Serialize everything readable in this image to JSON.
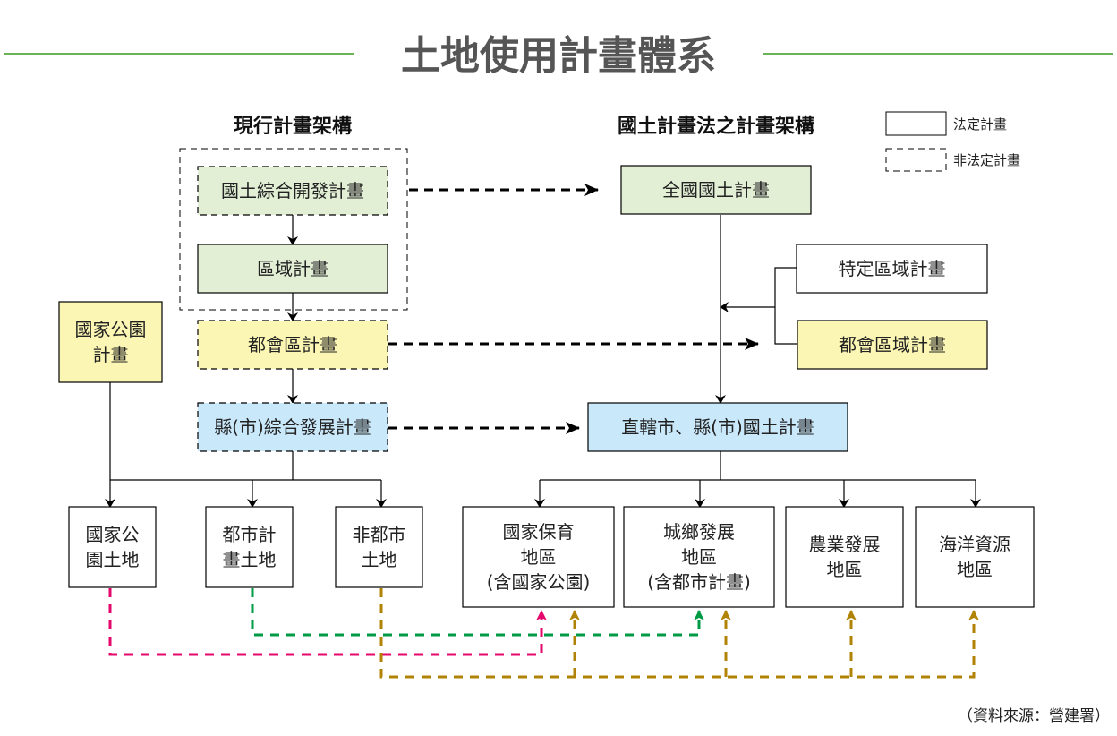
{
  "title": "土地使用計畫體系",
  "colors": {
    "title_rule": "#3a9a1c",
    "green_fill": "#e2efd5",
    "yellow_fill": "#fbf6b3",
    "blue_fill": "#c9e8fa",
    "white_fill": "#ffffff",
    "pink_link": "#e5076b",
    "green_link": "#009944",
    "gold_link": "#b08304",
    "black": "#000000"
  },
  "headings": {
    "current": "現行計畫架構",
    "new_law": "國土計畫法之計畫架構"
  },
  "legend": {
    "statutory": "法定計畫",
    "non_statutory": "非法定計畫"
  },
  "nodes": {
    "national_comprehensive": {
      "lines": [
        "國土綜合開發計畫"
      ],
      "fill": "green",
      "style": "dashed"
    },
    "regional": {
      "lines": [
        "區域計畫"
      ],
      "fill": "green",
      "style": "solid"
    },
    "metropolitan": {
      "lines": [
        "都會區計畫"
      ],
      "fill": "yellow",
      "style": "dashed"
    },
    "county_comprehensive": {
      "lines": [
        "縣(市)綜合發展計畫"
      ],
      "fill": "blue",
      "style": "dashed"
    },
    "national_park_plan": {
      "lines": [
        "國家公園",
        "計畫"
      ],
      "fill": "yellow",
      "style": "solid"
    },
    "national_spatial": {
      "lines": [
        "全國國土計畫"
      ],
      "fill": "green",
      "style": "solid"
    },
    "special_region": {
      "lines": [
        "特定區域計畫"
      ],
      "fill": "white",
      "style": "solid"
    },
    "metropolitan_region": {
      "lines": [
        "都會區域計畫"
      ],
      "fill": "yellow",
      "style": "solid"
    },
    "municipal_spatial": {
      "lines": [
        "直轄市、縣(市)國土計畫"
      ],
      "fill": "blue",
      "style": "solid"
    },
    "national_park_land": {
      "lines": [
        "國家公",
        "園土地"
      ],
      "fill": "white",
      "style": "solid"
    },
    "urban_plan_land": {
      "lines": [
        "都市計",
        "畫土地"
      ],
      "fill": "white",
      "style": "solid"
    },
    "non_urban_land": {
      "lines": [
        "非都市",
        "土地"
      ],
      "fill": "white",
      "style": "solid"
    },
    "conservation_zone": {
      "lines": [
        "國家保育",
        "地區",
        "(含國家公園)"
      ],
      "fill": "white",
      "style": "solid"
    },
    "urban_rural_zone": {
      "lines": [
        "城鄉發展",
        "地區",
        "(含都市計畫)"
      ],
      "fill": "white",
      "style": "solid"
    },
    "agricultural_zone": {
      "lines": [
        "農業發展",
        "地區"
      ],
      "fill": "white",
      "style": "solid"
    },
    "marine_zone": {
      "lines": [
        "海洋資源",
        "地區"
      ],
      "fill": "white",
      "style": "solid"
    }
  },
  "mappings": [
    {
      "from": "national_park_land",
      "to": "conservation_zone",
      "color": "pink"
    },
    {
      "from": "urban_plan_land",
      "to": "urban_rural_zone",
      "color": "green"
    },
    {
      "from": "non_urban_land",
      "to": [
        "conservation_zone",
        "urban_rural_zone",
        "agricultural_zone",
        "marine_zone"
      ],
      "color": "gold"
    }
  ],
  "source": "（資料來源：營建署）"
}
